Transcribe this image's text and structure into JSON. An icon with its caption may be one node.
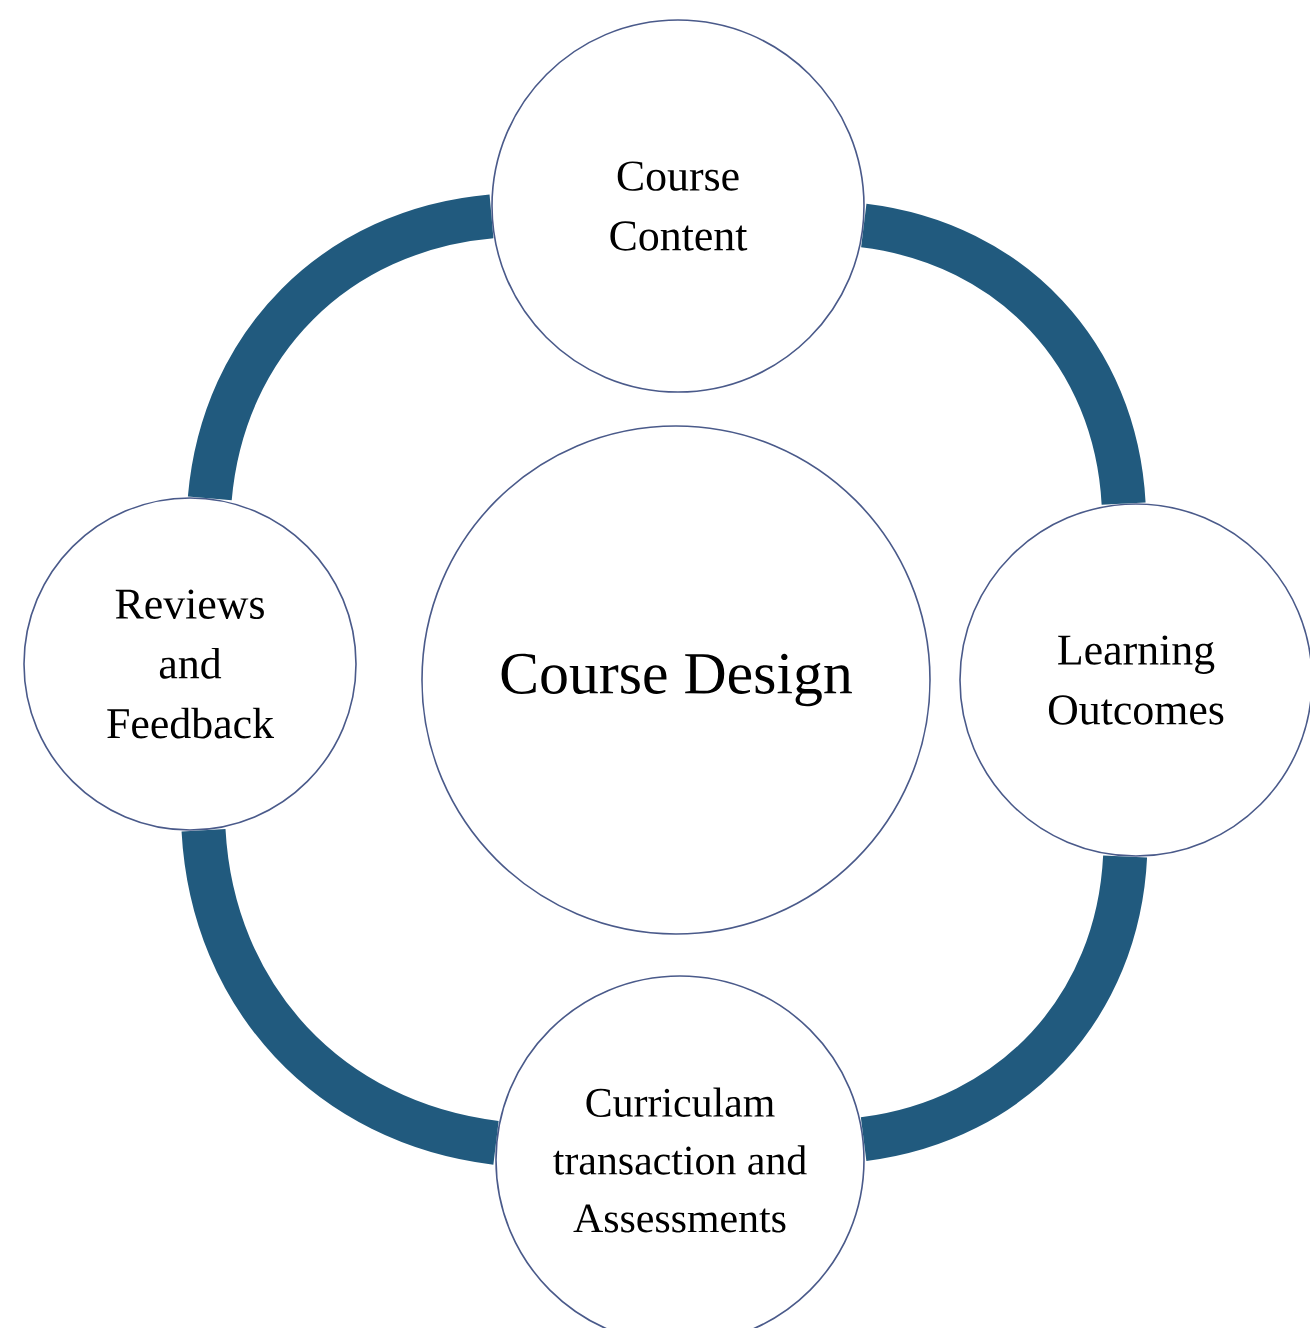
{
  "diagram": {
    "nodes": [
      {
        "text": [
          "Course Design"
        ]
      },
      {
        "text": [
          "Course Content"
        ]
      },
      {
        "text": [
          "Learning Outcomes"
        ]
      },
      {
        "text": [
          "Curriculam transaction and Assessments"
        ]
      },
      {
        "text": [
          "Reviews and Feedback"
        ]
      }
    ],
    "edges": [
      {
        "from": 1,
        "to": 2,
        "arrow": "none"
      },
      {
        "from": 2,
        "to": 3,
        "arrow": "none"
      },
      {
        "from": 3,
        "to": 4,
        "arrow": "none"
      },
      {
        "from": 4,
        "to": 1,
        "arrow": "none"
      }
    ]
  }
}
